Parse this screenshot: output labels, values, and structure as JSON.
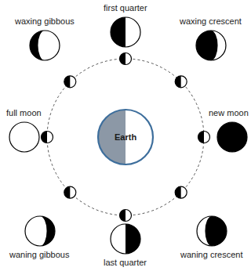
{
  "diagram": {
    "nodes": [
      {
        "text": [
          "first quarter"
        ]
      },
      {
        "text": [
          "waxing gibbous"
        ]
      },
      {
        "text": [
          "waxing crescent"
        ]
      },
      {
        "text": [
          "full moon"
        ]
      },
      {
        "text": [
          "Earth"
        ]
      },
      {
        "text": [
          "new moon"
        ]
      },
      {
        "text": [
          "waning gibbous"
        ]
      },
      {
        "text": [
          "waning crescent"
        ]
      },
      {
        "text": [
          "last quarter"
        ]
      }
    ]
  }
}
